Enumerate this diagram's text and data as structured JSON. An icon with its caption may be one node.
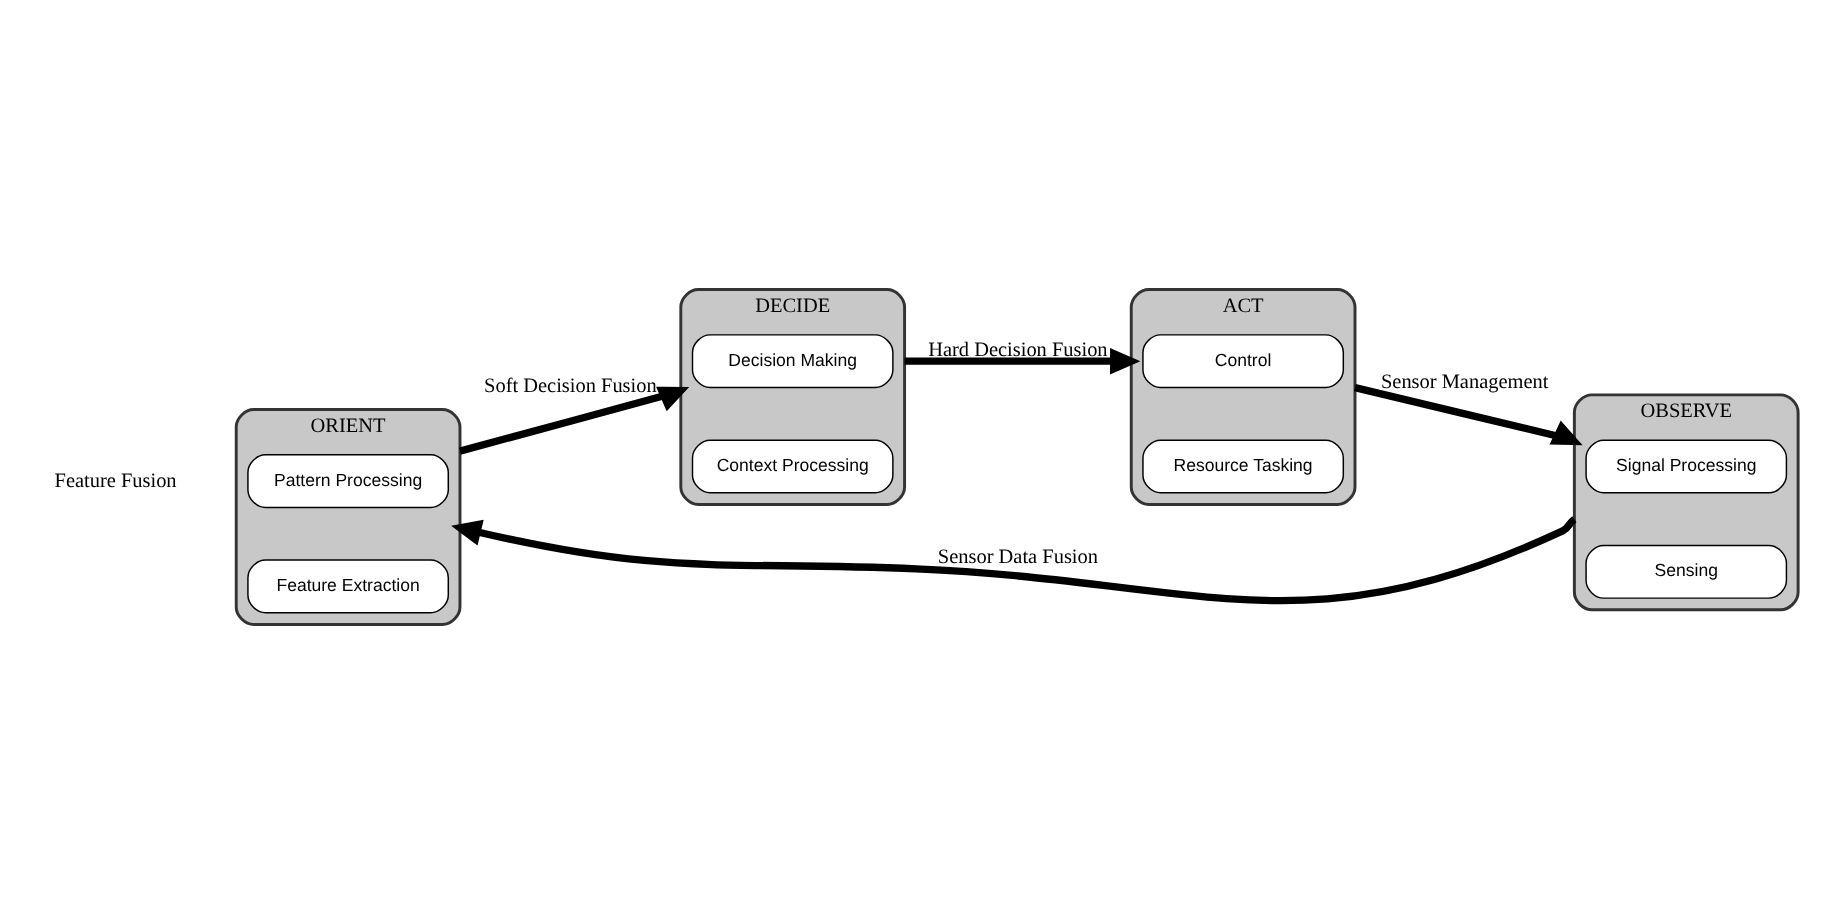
{
  "diagram": {
    "nodes": [
      {
        "text": [
          "DECIDE"
        ]
      },
      {
        "text": [
          "Decision Making"
        ],
        "in": 0
      },
      {
        "text": [
          "Context Processing"
        ],
        "in": 0
      },
      {
        "text": [
          "ORIENT"
        ],
        "beside": [
          "Feature Fusion"
        ]
      },
      {
        "text": [
          "Pattern Processing"
        ],
        "in": 3
      },
      {
        "text": [
          "Feature Extraction"
        ],
        "in": 3
      },
      {
        "text": [
          "ACT"
        ]
      },
      {
        "text": [
          "Control"
        ],
        "in": 6
      },
      {
        "text": [
          "Resource Tasking"
        ],
        "in": 6
      },
      {
        "text": [
          "OBSERVE"
        ]
      },
      {
        "text": [
          "Signal Processing"
        ],
        "in": 9
      },
      {
        "text": [
          "Sensing"
        ],
        "in": 9
      }
    ],
    "edges": [
      {
        "from": 9,
        "to": 3,
        "arrow": "to",
        "label": "Sensor Data Fusion"
      },
      {
        "from": 3,
        "to": 0,
        "arrow": "to",
        "label": "Soft Decision Fusion"
      },
      {
        "from": 0,
        "to": 6,
        "arrow": "to",
        "label": "Hard Decision Fusion"
      },
      {
        "from": 6,
        "to": 9,
        "arrow": "to",
        "label": "Sensor Management"
      }
    ]
  }
}
